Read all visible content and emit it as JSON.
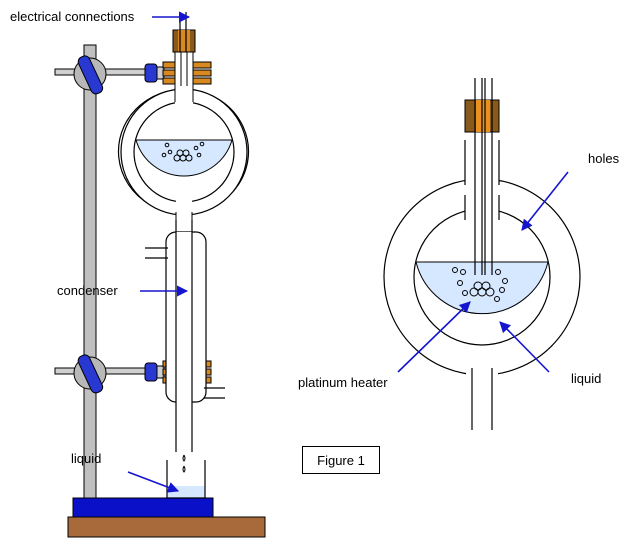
{
  "labels": {
    "electrical_connections": "electrical connections",
    "condenser": "condenser",
    "liquid_left": "liquid",
    "holes": "holes",
    "platinum_heater": "platinum heater",
    "liquid_right": "liquid",
    "figure": "Figure 1"
  },
  "colors": {
    "liquid": "#d6e8ff",
    "arrow": "#1515d0",
    "clamp_blue": "#2838d0",
    "cork": "#d88820",
    "bench": "#a86a3a",
    "base": "#0a10c8"
  }
}
